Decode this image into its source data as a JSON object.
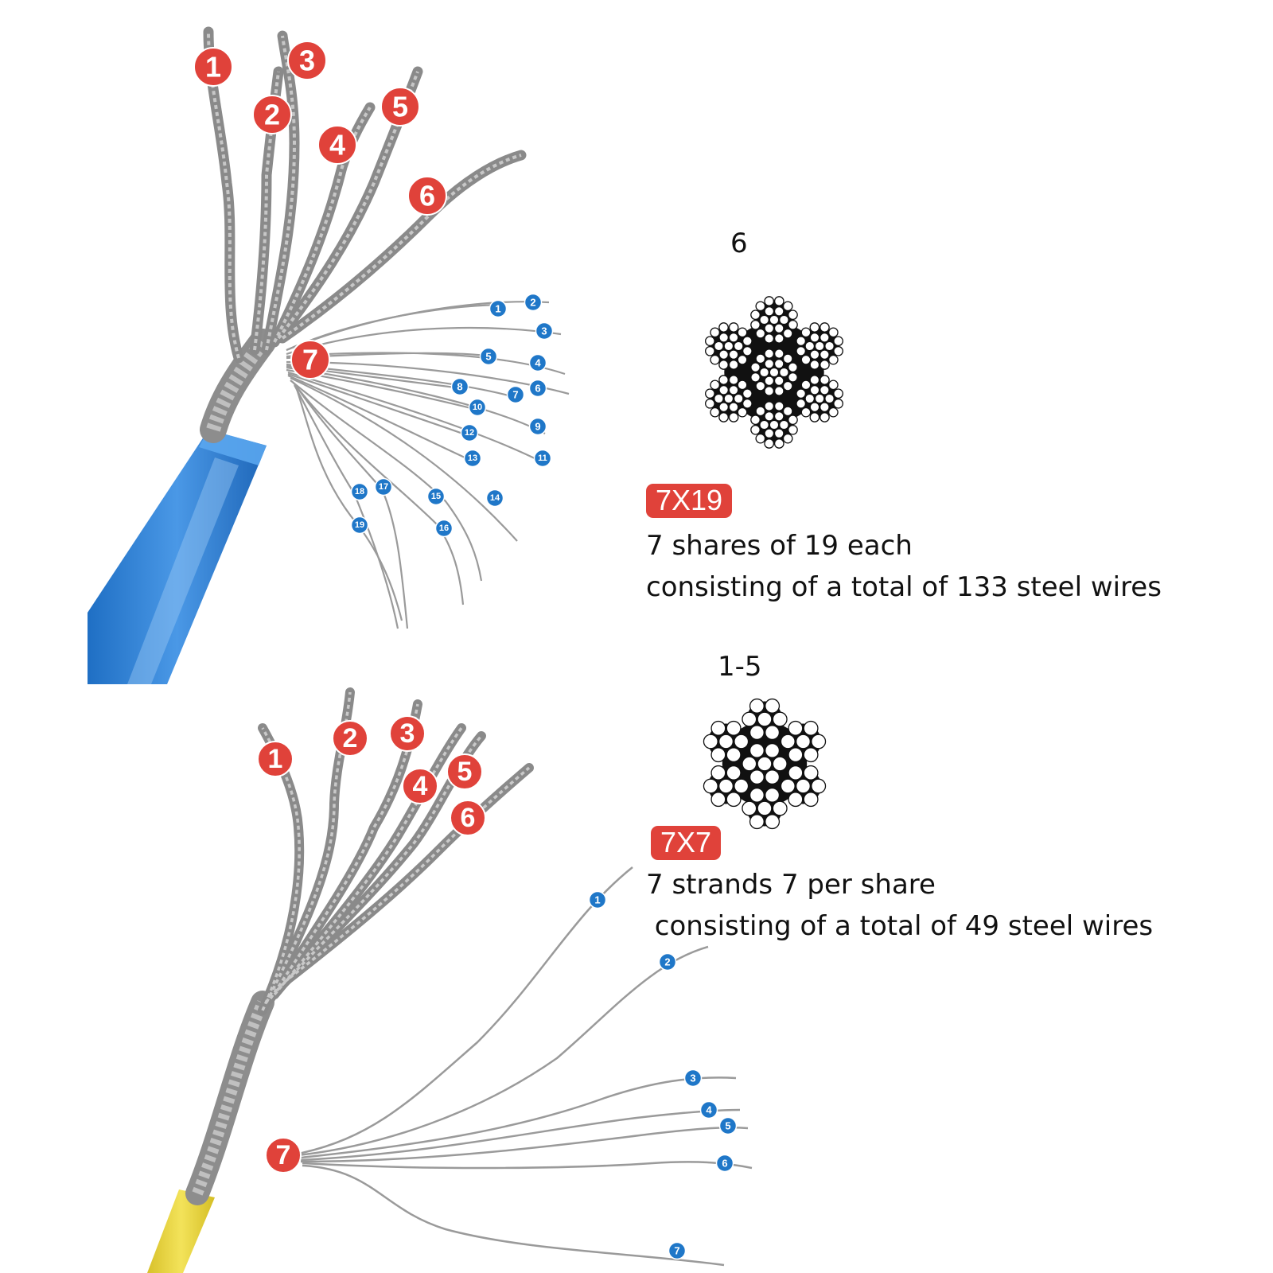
{
  "top": {
    "strand_labels": [
      "1",
      "2",
      "3",
      "4",
      "5",
      "6",
      "7"
    ],
    "wire_labels": [
      "1",
      "2",
      "3",
      "4",
      "5",
      "6",
      "7",
      "8",
      "9",
      "10",
      "11",
      "12",
      "13",
      "14",
      "15",
      "16",
      "17",
      "18",
      "19"
    ],
    "cross_section_title": "6",
    "badge": "7X19",
    "desc_line1": "7 shares of 19 each",
    "desc_line2": "consisting of a total of 133 steel wires",
    "sheath_color": "#2f7fd0"
  },
  "bottom": {
    "strand_labels": [
      "1",
      "2",
      "3",
      "4",
      "5",
      "6",
      "7"
    ],
    "wire_labels": [
      "1",
      "2",
      "3",
      "4",
      "5",
      "6",
      "7"
    ],
    "cross_section_title": "1-5",
    "badge": "7X7",
    "desc_line1": "7 strands 7 per share",
    "desc_line2": " consisting of a total of 49 steel wires",
    "sheath_color": "#e8d43a"
  },
  "colors": {
    "strand_badge": "#e0423a",
    "wire_badge": "#1f77c8",
    "wire": "#9a9a9a"
  }
}
